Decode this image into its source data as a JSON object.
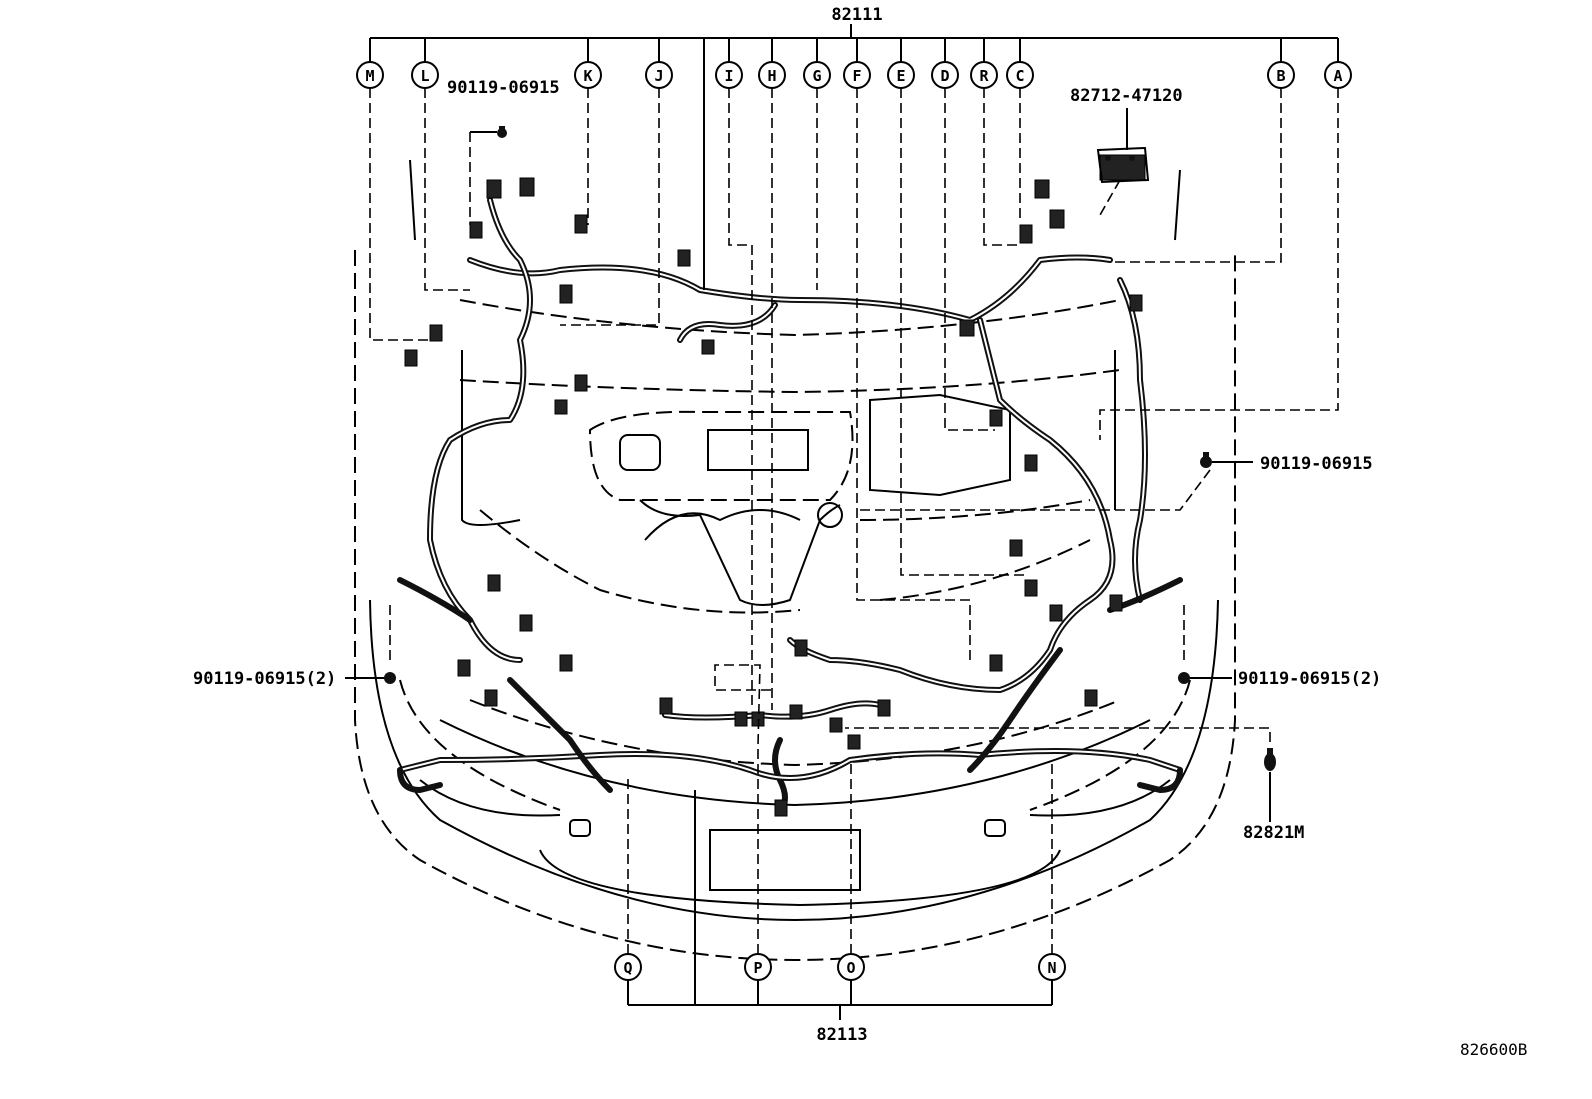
{
  "part_numbers": {
    "top_harness": "82111",
    "bottom_harness": "82113",
    "clip_top_left": "90119-06915",
    "bracket": "82712-47120",
    "clip_right": "90119-06915",
    "clip_left_pair": "90119-06915(2)",
    "clip_right_pair": "90119-06915(2)",
    "fitting": "82821M",
    "diagram_code": "826600B"
  },
  "callouts_top": [
    "M",
    "L",
    "K",
    "J",
    "I",
    "H",
    "G",
    "F",
    "E",
    "D",
    "R",
    "C",
    "B",
    "A"
  ],
  "callouts_bottom": [
    "Q",
    "P",
    "O",
    "N"
  ]
}
